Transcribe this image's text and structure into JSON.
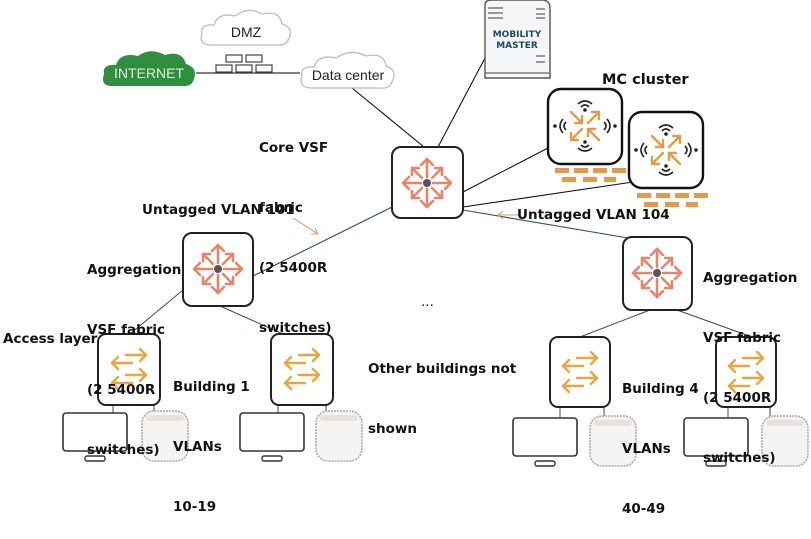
{
  "clouds": {
    "internet": "INTERNET",
    "dmz": "DMZ",
    "data_center": "Data center"
  },
  "mobility_master": {
    "line1": "MOBILITY",
    "line2": "MASTER"
  },
  "labels": {
    "mc_cluster": "MC cluster",
    "core": [
      "Core VSF",
      "fabric",
      "(2 5400R",
      "switches)"
    ],
    "untagged_left": "Untagged VLAN 101",
    "untagged_right": "Untagged VLAN 104",
    "agg_left": [
      "Aggregation",
      "VSF fabric",
      "(2 5400R",
      "switches)"
    ],
    "agg_right": [
      "Aggregation",
      "VSF fabric",
      "(2 5400R",
      "switches)"
    ],
    "access_layer": "Access layer",
    "building1": [
      "Building 1",
      "VLANs",
      "10-19"
    ],
    "building4": [
      "Building 4",
      "VLANs",
      "40-49"
    ],
    "ellipsis": "...",
    "other_buildings": [
      "Other buildings not",
      "shown"
    ]
  },
  "colors": {
    "internet_green": "#2f8f3f",
    "router_arrow": "#e8846a",
    "switch_arrow": "#e8a640",
    "mc_arrow": "#e39a4a",
    "link_line": "#2f4f5f",
    "mm_text": "#1f4a63"
  }
}
